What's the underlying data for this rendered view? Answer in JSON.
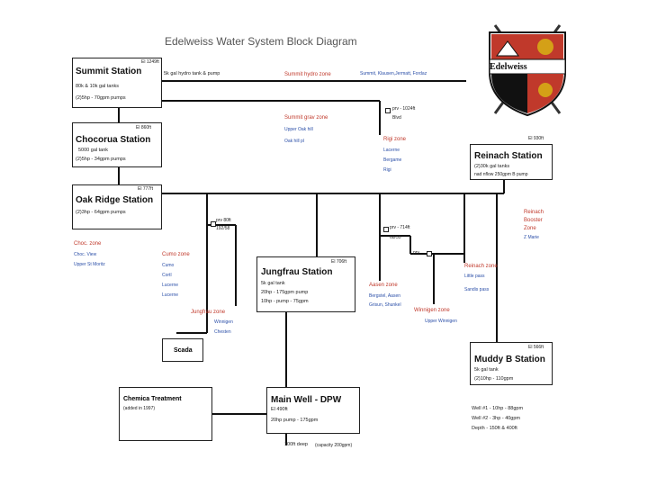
{
  "title": "Edelweiss Water System Block Diagram",
  "logo": {
    "text": "Edelweiss",
    "colors": {
      "shield_red": "#c0392b",
      "shield_black": "#111111",
      "accent_gold": "#d4a017"
    }
  },
  "colors": {
    "zone": "#c0392b",
    "street": "#2b4fa8",
    "line": "#111111"
  },
  "stations": {
    "summit": {
      "name": "Summit Station",
      "elev": "El 1249ft",
      "l1": "80k & 10k gal tanks",
      "l2": "(2)5hp - 70gpm pumps",
      "note": "5k gal hydro tank & pump"
    },
    "chocorua": {
      "name": "Chocorua Station",
      "elev": "El 860ft",
      "l1": "5000 gal tank",
      "l2": "(2)5hp - 34gpm pumps"
    },
    "oakridge": {
      "name": "Oak Ridge Station",
      "elev": "El 777ft",
      "l1": "(2)3hp - 64gpm pumps"
    },
    "reinach": {
      "name": "Reinach Station",
      "elev": "El 930ft",
      "l1": "(2)30k gal tanks",
      "l2": "nad nflow 250gpm B pump"
    },
    "jungfrau": {
      "name": "Jungfrau Station",
      "elev": "El 706ft",
      "l1": "5k gal tank",
      "l2": "20hp - 175gpm pump",
      "l3": "10hp - pump - 75gpm"
    },
    "muddyb": {
      "name": "Muddy B Station",
      "elev": "El 566ft",
      "l1": "5k gal tank",
      "l2": "(2)10hp - 110gpm"
    },
    "mainwell": {
      "name": "Main Well - DPW",
      "elev": "El 490ft",
      "l1": "20hp pump - 175gpm",
      "foot": "100ft deep",
      "foot_note": "(capacity 200gpm)"
    },
    "scada": {
      "name": "Scada"
    },
    "chem": {
      "name": "Chemica Treatment",
      "l1": "(added in 1997)"
    }
  },
  "zones": {
    "summit_hydro": "Summit hydro zone",
    "summit_streets": "Summit, Klausen,Jermatt, Fordaz",
    "summit_grav": "Summit grav zone",
    "summit_grav_s1": "Upper Oak hill",
    "summit_grav_s2": "Oak hill pl",
    "rigi": "Rigi zone",
    "rigi_s1": "Lacerne",
    "rigi_s2": "Bergame",
    "rigi_s3": "Rigi",
    "choc": "Choc. zone",
    "choc_s1": "Choc. View",
    "choc_s2": "Upper St Moritz",
    "cumo": "Cumo zone",
    "cumo_s1": "Cumo",
    "cumo_s2": "Cortl",
    "cumo_s3": "Lucerne",
    "cumo_s4": "Lucerne",
    "jungfrau": "Jungfrau zone",
    "jungfrau_s1": "Winnigen",
    "jungfrau_s2": "Chesten",
    "aasen": "Aasen zone",
    "aasen_s1": "Bergstel, Aasen",
    "aasen_s2": "Grisun, Shunkel",
    "winnigen": "Winnigen zone",
    "winnigen_s1": "Upper Winnigen",
    "reinach": "Reinach zone",
    "reinach_s1": "Little pass",
    "reinach_s2": "Sandis pass",
    "booster": "Reinach Booster Zone",
    "booster_s1": "Z Marie"
  },
  "prvs": {
    "prv1": "prv - 1024ft",
    "prv1b": "Blvd",
    "prv2": "prv 80ft",
    "prv2b": "192/58",
    "prv3": "prv - 714ft",
    "prv3b": "68/35",
    "prv4": "prv"
  },
  "muddy_notes": {
    "w1": "Well #1 - 10hp - 88gpm",
    "w2": "Well #2 - 3hp - 40gpm",
    "depth": "Depth - 150ft & 400ft"
  }
}
